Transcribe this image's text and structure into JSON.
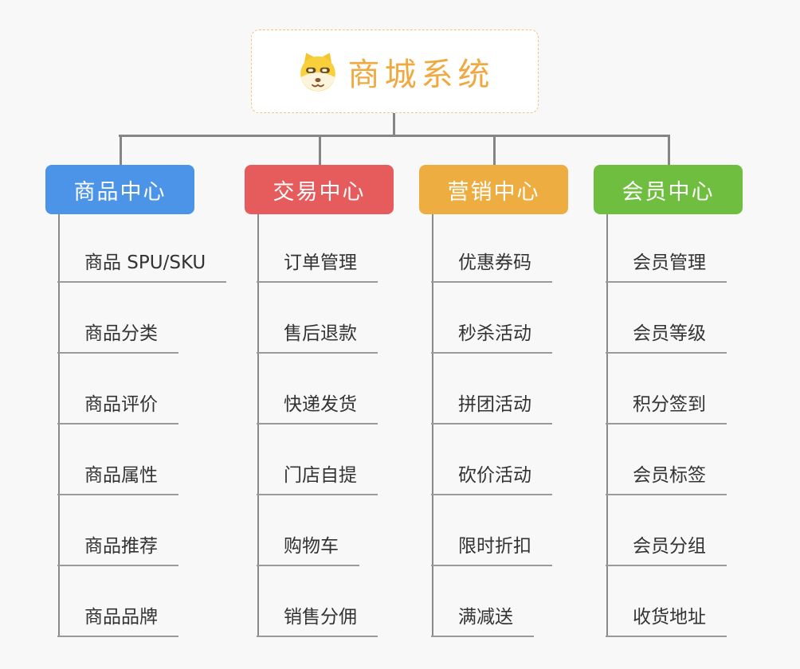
{
  "root": {
    "title": "商城系统",
    "icon": "dog-icon",
    "accent_color": "#f0a93f",
    "border_color": "#f2c57e"
  },
  "connector_color": "#858585",
  "branches": [
    {
      "label": "商品中心",
      "color": "#4b94e8",
      "children": [
        "商品 SPU/SKU",
        "商品分类",
        "商品评价",
        "商品属性",
        "商品推荐",
        "商品品牌"
      ]
    },
    {
      "label": "交易中心",
      "color": "#e65b5b",
      "children": [
        "订单管理",
        "售后退款",
        "快递发货",
        "门店自提",
        "购物车",
        "销售分佣"
      ]
    },
    {
      "label": "营销中心",
      "color": "#edad41",
      "children": [
        "优惠券码",
        "秒杀活动",
        "拼团活动",
        "砍价活动",
        "限时折扣",
        "满减送"
      ]
    },
    {
      "label": "会员中心",
      "color": "#70be3f",
      "children": [
        "会员管理",
        "会员等级",
        "积分签到",
        "会员标签",
        "会员分组",
        "收货地址"
      ]
    }
  ]
}
